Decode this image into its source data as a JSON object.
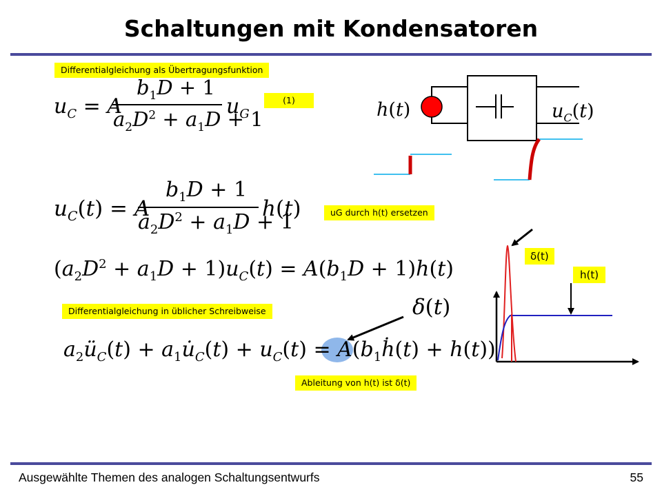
{
  "slide": {
    "title": "Schaltungen mit Kondensatoren",
    "footer": "Ausgewählte Themen des analogen Schaltungsentwurfs",
    "page_number": "55"
  },
  "labels": {
    "transfer_function": "Differentialgleichung als Übertragungsfunktion",
    "equation_number": "(1)",
    "substitute": "uG durch h(t) ersetzen",
    "usual_form": "Differentialgleichung in üblicher Schreibweise",
    "derivative": "Ableitung von h(t) ist δ(t)",
    "delta_plot": "δ(t)",
    "step_plot": "h(t)"
  },
  "circuit": {
    "input_label": "h(t)",
    "output_label": "uC(t)"
  },
  "equations": {
    "eq1": "u_C = A (b1 D + 1)/(a2 D² + a1 D + 1) u_G",
    "eq2": "u_C(t) = A (b1 D + 1)/(a2 D² + a1 D + 1) h(t)",
    "eq3": "(a2 D² + a1 D + 1) u_C(t) = A(b1 D + 1) h(t)",
    "eq4": "a2 ü_C(t) + a1 u̇_C(t) + u_C(t) = A(b1 ḣ(t) + h(t))",
    "delta": "δ(t)"
  },
  "colors": {
    "rule": "#4a4a9c",
    "highlight": "#ffff00",
    "source": "#ff0000",
    "step_line": "#3fc0ef",
    "step_edge": "#cc0000",
    "delta_curve": "#e02020",
    "response_curve": "#2020c0",
    "emphasis_ellipse": "#8fb7ea"
  }
}
